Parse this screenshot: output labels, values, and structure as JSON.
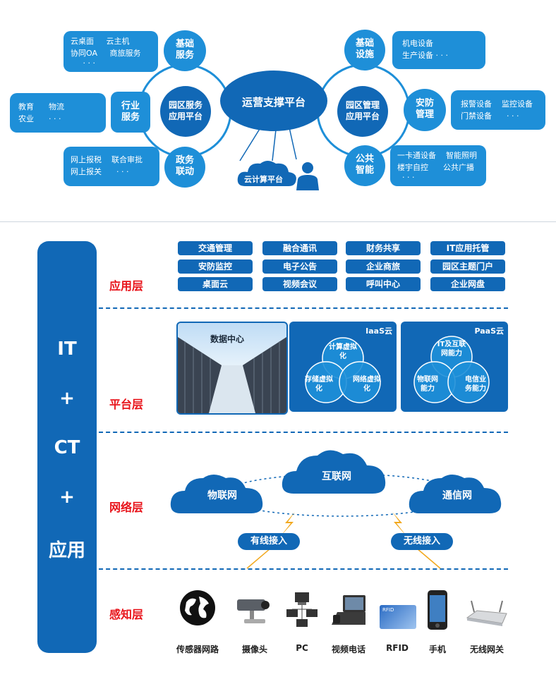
{
  "top": {
    "center": "运营支撑平台",
    "left_hub": [
      "园区服务",
      "应用平台"
    ],
    "right_hub": [
      "园区管理",
      "应用平台"
    ],
    "cloud": "云计算平台",
    "left_nodes": [
      {
        "label": [
          "基础",
          "服务"
        ],
        "box": [
          "云桌面     云主机",
          "协同OA     商旅服务",
          "     · · ·"
        ]
      },
      {
        "label": [
          "行业",
          "服务"
        ],
        "box": [
          "教育      物流",
          "农业      · · ·"
        ]
      },
      {
        "label": [
          "政务",
          "联动"
        ],
        "box": [
          "网上报税    联合审批",
          "网上报关      · · ·"
        ]
      }
    ],
    "right_nodes": [
      {
        "label": [
          "基础",
          "设施"
        ],
        "box": [
          "机电设备",
          "生产设备 · · ·"
        ]
      },
      {
        "label": [
          "安防",
          "管理"
        ],
        "box": [
          "报警设备    监控设备",
          "门禁设备      · · ·"
        ]
      },
      {
        "label": [
          "公共",
          "智能"
        ],
        "box": [
          "一卡通设备    智能照明",
          "楼宇自控      公共广播",
          "  · · ·"
        ]
      }
    ]
  },
  "sidebar": {
    "lines": [
      "IT",
      "+",
      "CT",
      "+",
      "应用"
    ]
  },
  "layers": {
    "app": {
      "label": "应用层",
      "items": [
        "交通管理",
        "融合通讯",
        "财务共享",
        "IT应用托管",
        "安防监控",
        "电子公告",
        "企业商旅",
        "园区主题门户",
        "桌面云",
        "视频会议",
        "呼叫中心",
        "企业网盘"
      ]
    },
    "platform": {
      "label": "平台层",
      "datacenter": "数据中心",
      "iaas": {
        "title": "IaaS云",
        "circles": [
          [
            "计算虚拟",
            "化"
          ],
          [
            "存储虚拟",
            "化"
          ],
          [
            "网络虚拟",
            "化"
          ]
        ]
      },
      "paas": {
        "title": "PaaS云",
        "circles": [
          [
            "IT及互联",
            "网能力"
          ],
          [
            "物联网",
            "能力"
          ],
          [
            "电信业",
            "务能力"
          ]
        ]
      }
    },
    "network": {
      "label": "网络层",
      "clouds": [
        "物联网",
        "互联网",
        "通信网"
      ],
      "access": [
        "有线接入",
        "无线接入"
      ]
    },
    "sense": {
      "label": "感知层",
      "devices": [
        "传感器网路",
        "摄像头",
        "PC",
        "视频电话",
        "RFID",
        "手机",
        "无线网关"
      ],
      "rfid_label": "RFID"
    }
  },
  "colors": {
    "dark_blue": "#1168b6",
    "light_blue": "#1e8fd8",
    "red": "#e8141b"
  }
}
